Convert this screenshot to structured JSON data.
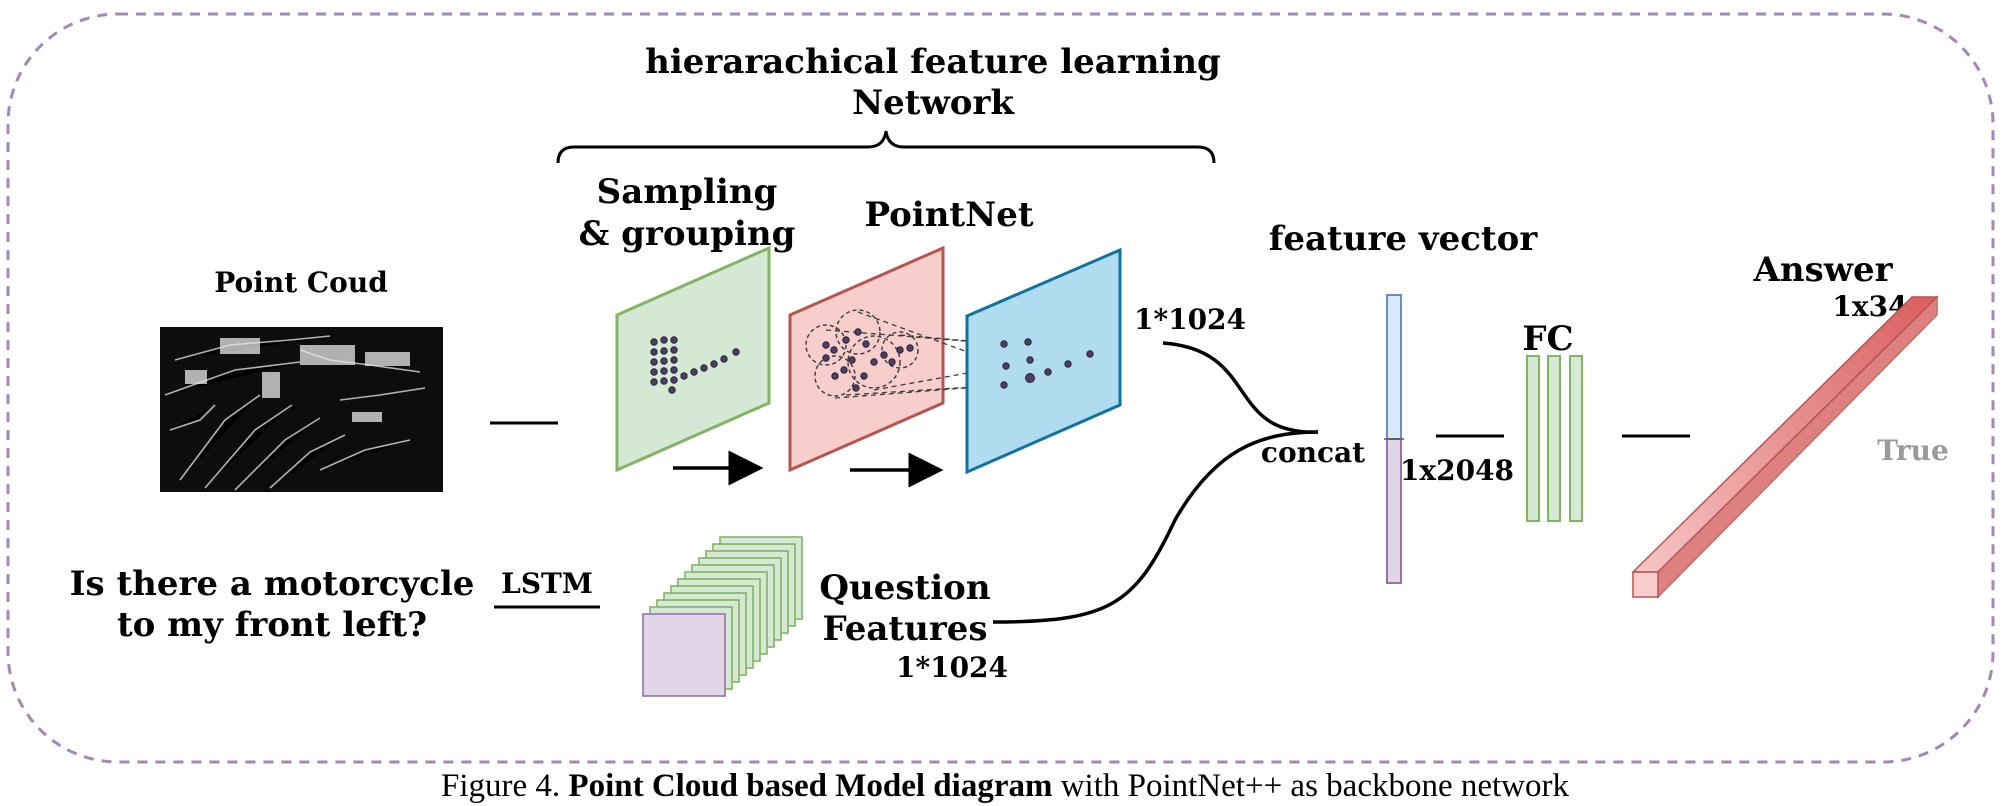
{
  "colors": {
    "frame": "#a487b8",
    "sampling_fill": "#d5e8d4",
    "sampling_stroke": "#82b366",
    "pointnet_fill": "#f8cecc",
    "pointnet_stroke": "#b85450",
    "feature_fill": "#b1dcef",
    "feature_stroke": "#10739e",
    "question_fill": "#e1d5e7",
    "question_stroke": "#9673a6",
    "answer_fill": "#e07070",
    "true_text": "#9a9a9a",
    "ink": "#000000"
  },
  "labels": {
    "hierarchical_title_line1": "hierarachical feature learning",
    "hierarchical_title_line2": "Network",
    "sampling_line1": "Sampling",
    "sampling_line2": "& grouping",
    "pointnet": "PointNet",
    "point_cloud": "Point Coud",
    "dim_pointnet_out": "1*1024",
    "feature_vector": "feature vector",
    "concat": "concat",
    "dim_concat": "1x2048",
    "fc": "FC",
    "answer": "Answer",
    "answer_dim": "1x34",
    "true": "True",
    "question_line1": "Is there a motorcycle",
    "question_line2": "to my front left?",
    "lstm": "LSTM",
    "question_features_line1": "Question",
    "question_features_line2": "Features",
    "dim_question": "1*1024"
  },
  "caption": {
    "prefix": "Figure 4.",
    "bold": "Point Cloud based Model diagram",
    "suffix": "with PointNet++ as backbone network"
  }
}
